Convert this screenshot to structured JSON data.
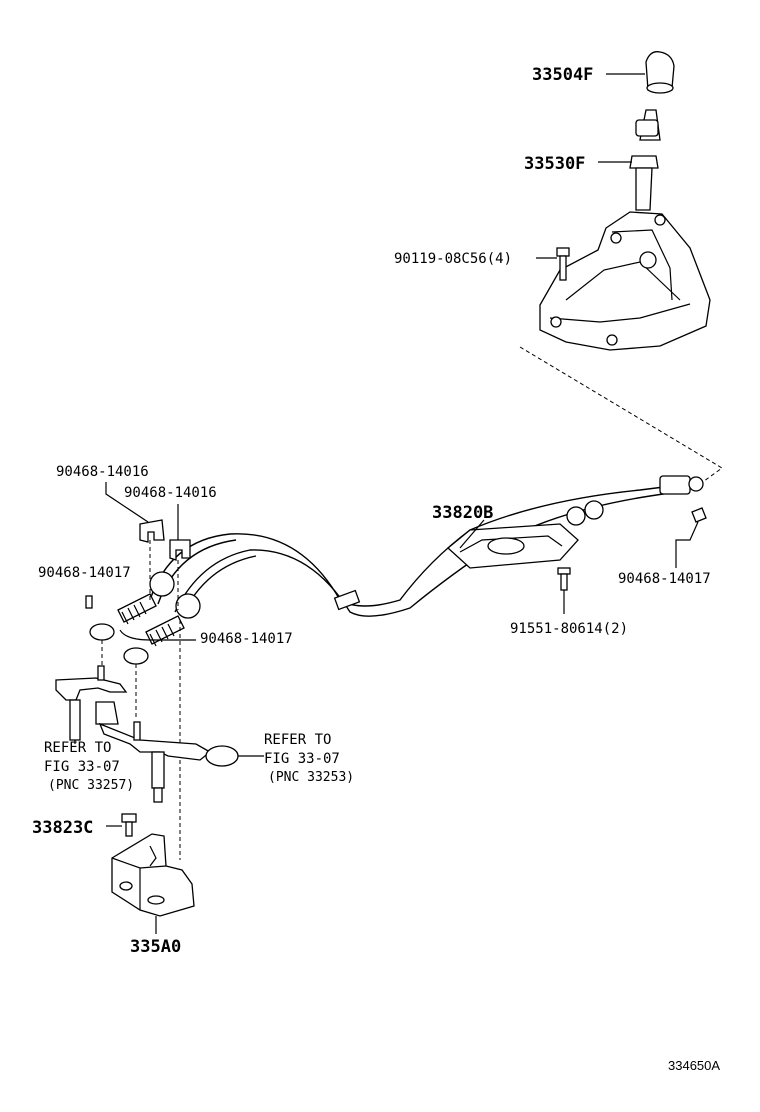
{
  "labels": {
    "knob": "33504F",
    "boot": "33530F",
    "bolt_lever": "90119-08C56(4)",
    "clip_top_1": "90468-14016",
    "clip_top_2": "90468-14016",
    "clip_left": "90468-14017",
    "clip_mid": "90468-14017",
    "cable_assy": "33820B",
    "clip_right": "90468-14017",
    "bolt_cable": "91551-80614(2)",
    "refer_left_1": "REFER TO",
    "refer_left_2": "FIG 33-07",
    "refer_left_3": "(PNC 33257)",
    "refer_right_1": "REFER TO",
    "refer_right_2": "FIG 33-07",
    "refer_right_3": "(PNC 33253)",
    "bolt_bracket": "33823C",
    "bracket": "335A0",
    "figure_id": "334650A"
  }
}
